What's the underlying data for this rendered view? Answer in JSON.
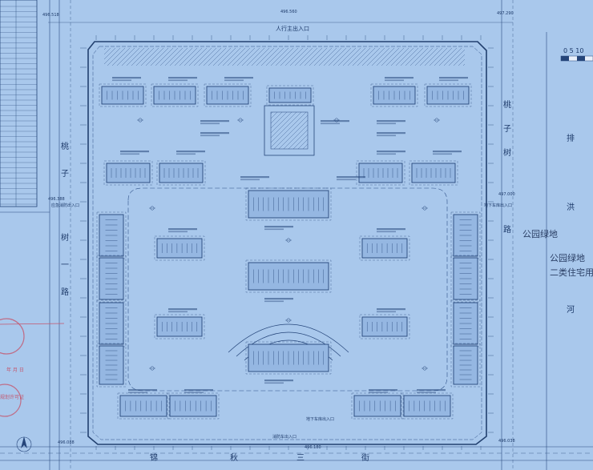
{
  "roads": {
    "north_gate": "人行主出入口",
    "west_road_chars": [
      "桃",
      "子",
      "树",
      "一",
      "路"
    ],
    "east_road_chars": [
      "桃",
      "子",
      "树",
      "路"
    ],
    "south_road_chars": [
      "锦",
      "秋",
      "三",
      "街"
    ],
    "river_chars": [
      "排",
      "洪",
      "河"
    ]
  },
  "zones": {
    "green_1": "公园绿地",
    "green_2": "公园绿地",
    "residential": "二类住宅用地"
  },
  "entrances": {
    "east_vehicle": "地下车库出入口",
    "west_vehicle": "应急消防出入口",
    "south_vehicle": "地下车库出入口",
    "south_gate": "消防车出入口"
  },
  "coords": {
    "nw": "496.518",
    "n": "496.560",
    "ne": "497.290",
    "west_mid": "496.388",
    "east_mid": "497.000",
    "sw": "496.088",
    "s": "496.180",
    "se": "496.038"
  },
  "scale": "0  5  10",
  "stamp_text": "规划许可证",
  "stamp_sub": "年  月  日",
  "colors": {
    "paper": "#a9c8ec",
    "line": "#25457a",
    "building": "#95b7e2",
    "stamp": "#c4566e"
  }
}
